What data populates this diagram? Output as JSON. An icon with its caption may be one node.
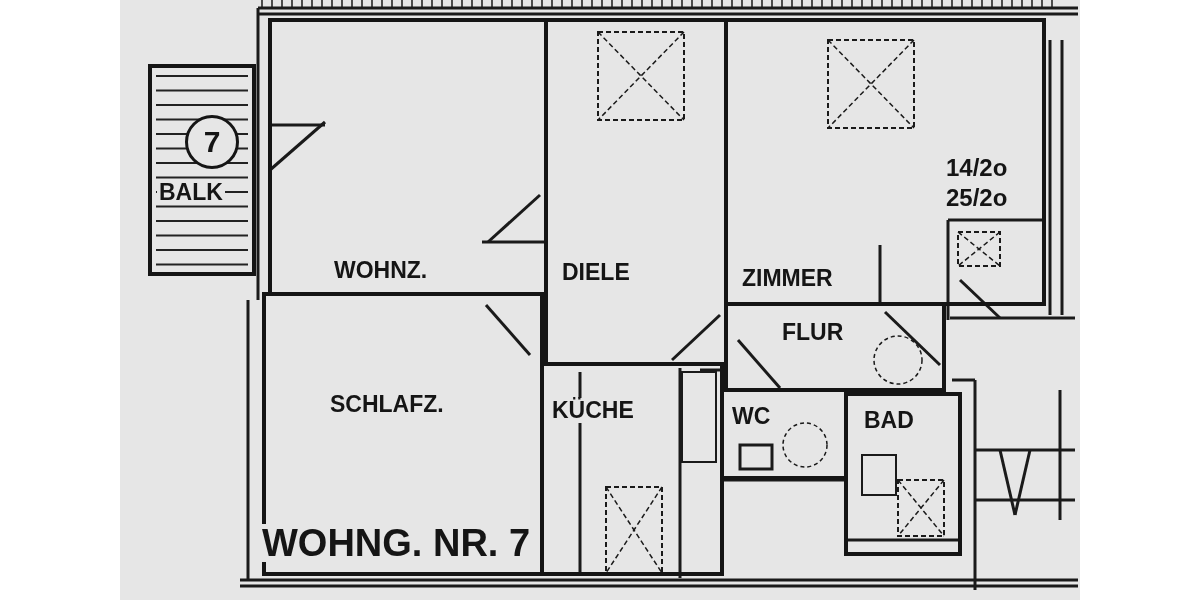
{
  "diagram": {
    "nodes": [
      {
        "text": [
          "BALK"
        ]
      },
      {
        "text": [
          "7"
        ],
        "in": 0
      },
      {
        "text": [
          "WOHNZ."
        ]
      },
      {
        "text": [
          "DIELE"
        ]
      },
      {
        "text": [
          "ZIMMER"
        ]
      },
      {
        "text": [
          "FLUR"
        ]
      },
      {
        "text": [
          "SCHLAFZ."
        ]
      },
      {
        "text": [
          "KÜCHE"
        ]
      },
      {
        "text": [
          "WC"
        ]
      },
      {
        "text": [
          "BAD"
        ]
      }
    ],
    "labels": [
      "14/2o",
      "25/2o",
      "WOHNG. NR. 7"
    ]
  }
}
